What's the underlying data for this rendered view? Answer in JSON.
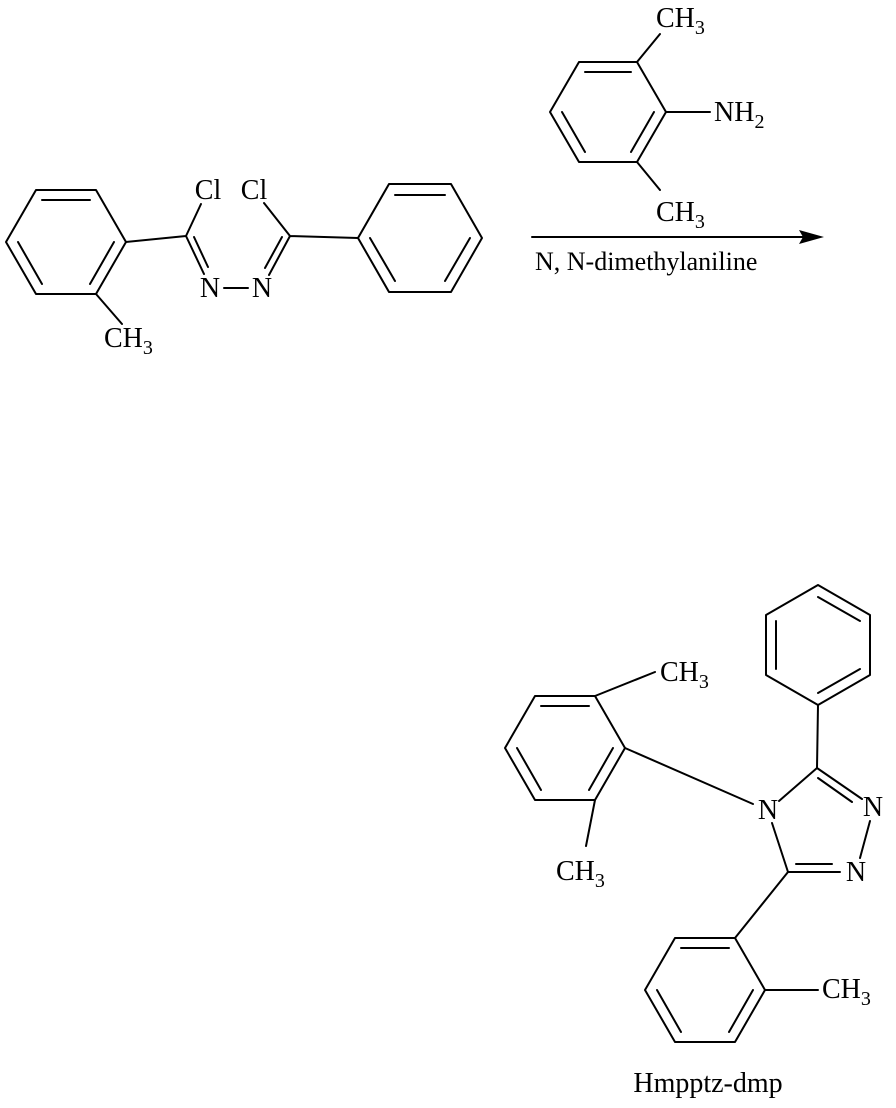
{
  "colors": {
    "background": "#ffffff",
    "ink": "#000000"
  },
  "atoms": {
    "chlorine": "Cl",
    "nitrogen": "N",
    "methyl": {
      "main": "CH",
      "sub": "3"
    },
    "amine": {
      "main": "NH",
      "sub": "2"
    }
  },
  "arrow": {
    "condition_text": "N, N-dimethylaniline"
  },
  "product": {
    "caption": "Hmpptz-dmp"
  }
}
